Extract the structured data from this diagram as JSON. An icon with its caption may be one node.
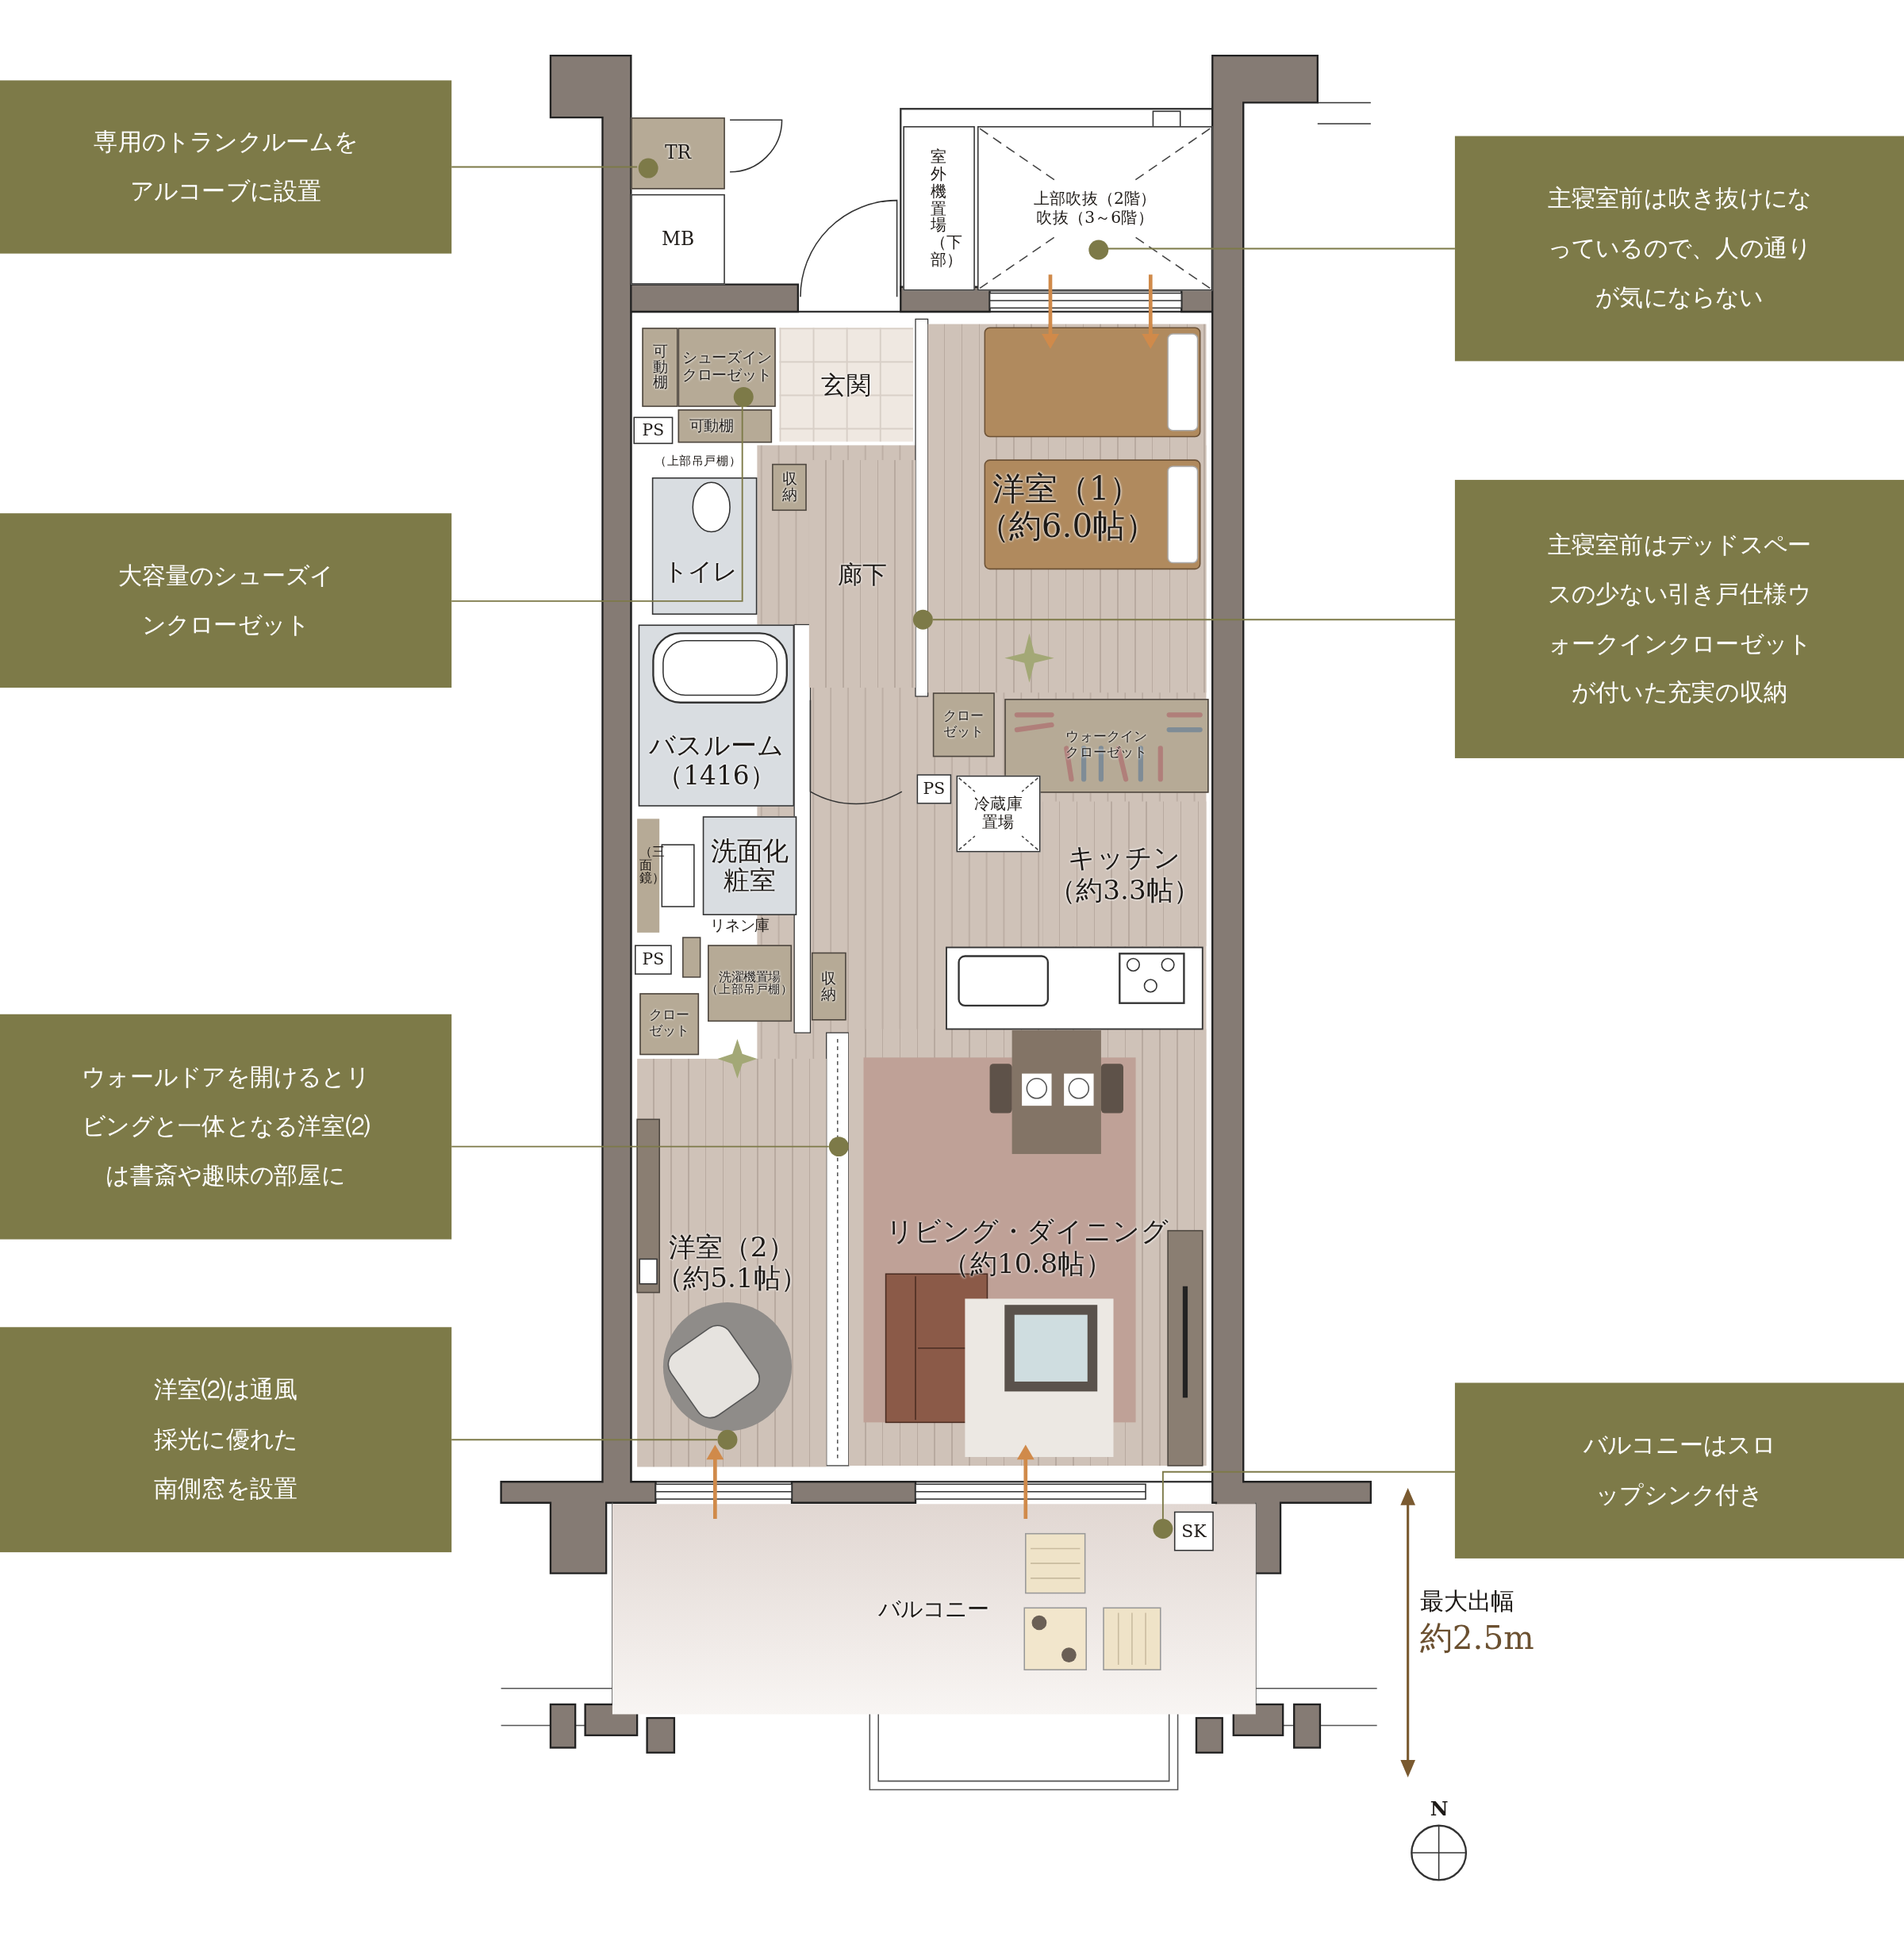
{
  "diagram": {
    "nodes": [
      {
        "text": [
          "専用のトランクルームをアルコーブに設置"
        ]
      },
      {
        "text": [
          "主寝室前は吹き抜けになっているので、人の通りが気にならない"
        ]
      },
      {
        "text": [
          "大容量のシューズインクローゼット"
        ]
      },
      {
        "text": [
          "主寝室前はデッドスペースの少ない引き戸仕様ウォークインクローゼットが付いた充実の収納"
        ]
      },
      {
        "text": [
          "ウォールドアを開けるとリビングと一体となる洋室⑵は書斎や趣味の部屋に"
        ]
      },
      {
        "text": [
          "洋室⑵は通風採光に優れた南側窓を設置"
        ]
      },
      {
        "text": [
          "バルコニーはスロップシンク付き"
        ]
      },
      {
        "text": [
          "TR"
        ]
      },
      {
        "text": [
          "MB"
        ]
      },
      {
        "text": [
          "室外機置場（下部）"
        ]
      },
      {
        "text": [
          "上部吹抜（2階）",
          "吹抜（3～6階）"
        ]
      },
      {
        "text": [
          "可動棚"
        ]
      },
      {
        "text": [
          "シューズインクローゼット"
        ]
      },
      {
        "text": [
          "可動棚"
        ]
      },
      {
        "text": [
          "PS"
        ]
      },
      {
        "text": [
          "玄関"
        ]
      },
      {
        "text": [
          "収納"
        ]
      },
      {
        "text": [
          "トイレ"
        ]
      },
      {
        "text": [
          "廊下"
        ]
      },
      {
        "text": [
          "洋室（1）",
          "（約6.0帖）"
        ]
      },
      {
        "text": [
          "クローゼット"
        ]
      },
      {
        "text": [
          "ウォークインクローゼット"
        ]
      },
      {
        "text": [
          "PS"
        ]
      },
      {
        "text": [
          "冷蔵庫置場"
        ]
      },
      {
        "text": [
          "バスルーム",
          "（1416）"
        ]
      },
      {
        "text": [
          "洗面化粧室"
        ]
      },
      {
        "text": [
          "PS"
        ]
      },
      {
        "text": [
          "洗濯機置場",
          "（上部吊戸棚）"
        ]
      },
      {
        "text": [
          "収納"
        ]
      },
      {
        "text": [
          "キッチン",
          "（約3.3帖）"
        ]
      },
      {
        "text": [
          "クローゼット"
        ]
      },
      {
        "text": [
          "洋室（2）",
          "（約5.1帖）"
        ]
      },
      {
        "text": [
          "リビング・ダイニング",
          "（約10.8帖）"
        ]
      },
      {
        "text": [
          "バルコニー"
        ]
      },
      {
        "text": [
          "SK"
        ],
        "in": 33
      },
      {
        "text": [],
        "shape": "circle",
        "in": 7
      },
      {
        "text": [],
        "shape": "circle",
        "in": 10
      },
      {
        "text": [],
        "shape": "circle",
        "in": 12
      },
      {
        "text": [],
        "shape": "circle"
      },
      {
        "text": [],
        "shape": "circle"
      },
      {
        "text": [],
        "shape": "circle",
        "in": 31
      },
      {
        "text": [],
        "shape": "circle",
        "in": 33
      }
    ],
    "edges": [
      {
        "from": 0,
        "to": 35,
        "arrow": "none"
      },
      {
        "from": 1,
        "to": 36,
        "arrow": "none"
      },
      {
        "from": 2,
        "to": 37,
        "arrow": "none"
      },
      {
        "from": 3,
        "to": 38,
        "arrow": "none"
      },
      {
        "from": 4,
        "to": 39,
        "arrow": "none"
      },
      {
        "from": 5,
        "to": 40,
        "arrow": "none"
      },
      {
        "from": 6,
        "to": 41,
        "arrow": "none"
      }
    ],
    "labels": [
      "（上部吊戸棚）",
      "（三面鏡）",
      "リネン庫",
      "最大出幅",
      "約2.5m",
      "N"
    ]
  }
}
